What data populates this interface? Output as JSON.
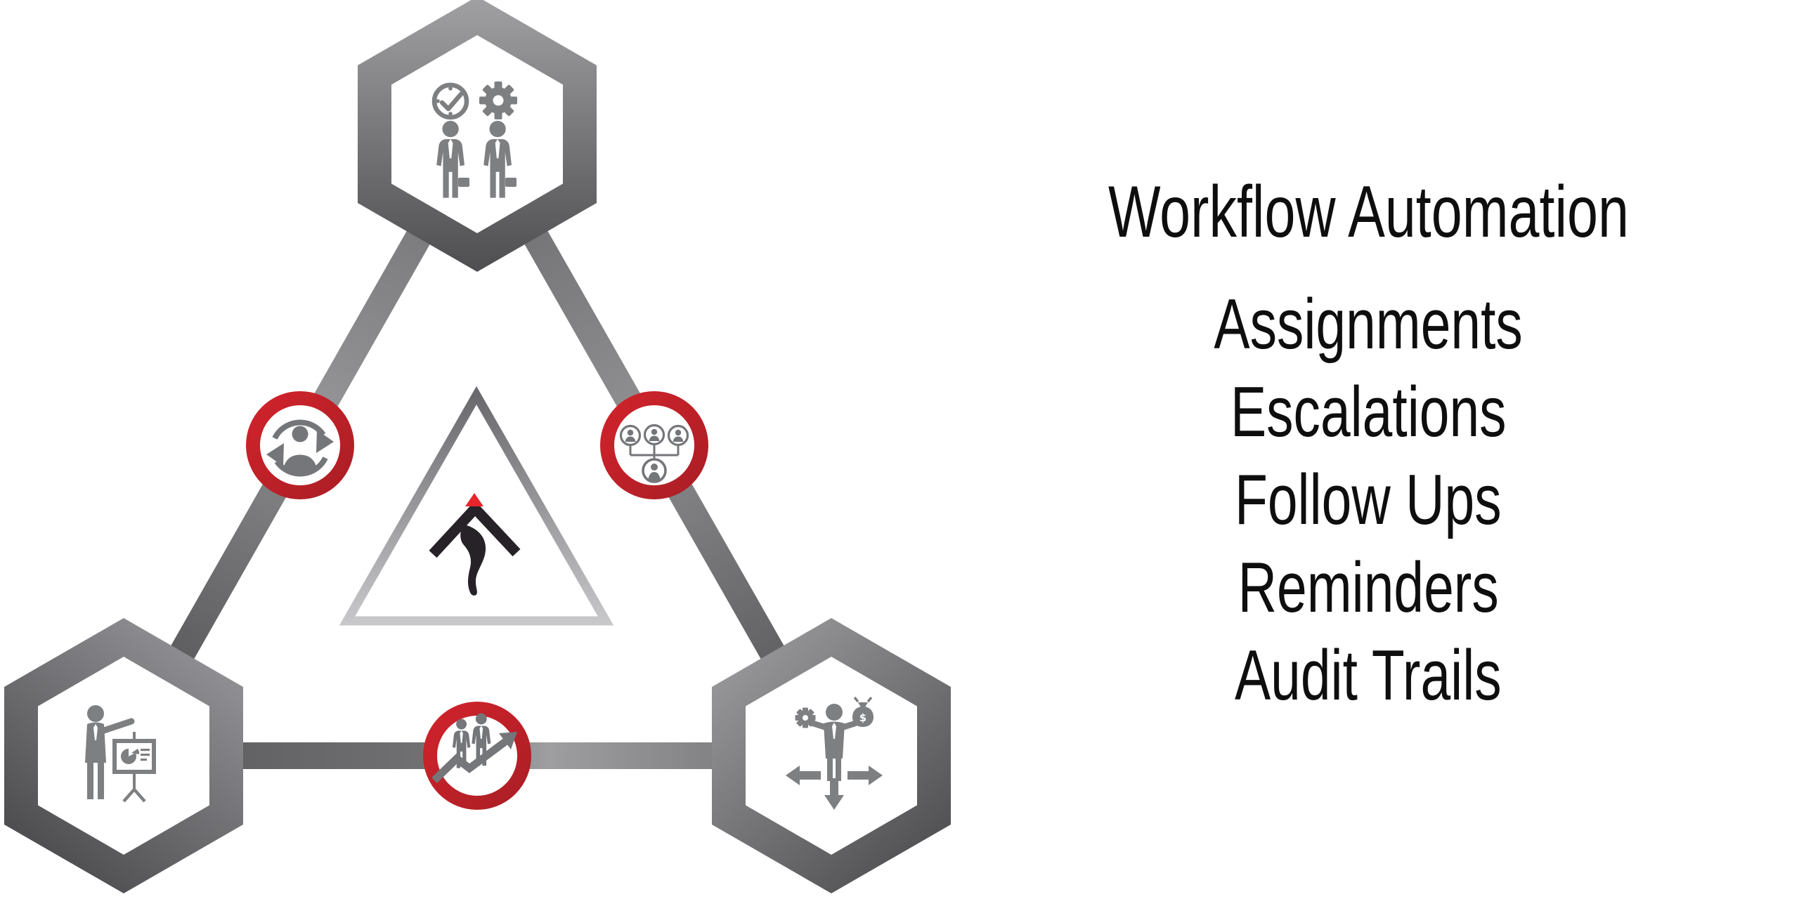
{
  "title": "Workflow Automation",
  "features": [
    "Assignments",
    "Escalations",
    "Follow Ups",
    "Reminders",
    "Audit Trails"
  ],
  "colors": {
    "background": "#ffffff",
    "text": "#0e0e0e",
    "hexagon_gradient_light": "#a1a1a3",
    "hexagon_gradient_dark": "#4c4c4e",
    "connector_gray_mid": "#929294",
    "icon_gray": "#7e7f81",
    "badge_icon_gray": "#75767a",
    "ring_red": "#c3222a",
    "logo_black": "#262227",
    "logo_red": "#e8252c",
    "triangle_gradient_top": "#6a6a6e",
    "triangle_gradient_bottom": "#c8c8ca"
  },
  "icons": {
    "top_node": "team-schedule-gear-icon",
    "bottom_left_node": "presentation-chart-icon",
    "bottom_right_node": "resource-decision-icon",
    "left_badge": "person-sync-icon",
    "right_badge": "org-chart-icon",
    "bottom_badge": "team-growth-icon",
    "center": "mountain-arrow-logo",
    "money_bag_symbol": "$"
  },
  "diagram": {
    "corner_nodes": [
      {
        "position": "top",
        "icon": "team-schedule-gear-icon"
      },
      {
        "position": "bottom-left",
        "icon": "presentation-chart-icon"
      },
      {
        "position": "bottom-right",
        "icon": "resource-decision-icon"
      }
    ],
    "edge_badges": [
      {
        "position": "left-edge",
        "icon": "person-sync-icon"
      },
      {
        "position": "right-edge",
        "icon": "org-chart-icon"
      },
      {
        "position": "bottom-edge",
        "icon": "team-growth-icon"
      }
    ],
    "center_logo": "mountain-arrow-logo"
  }
}
